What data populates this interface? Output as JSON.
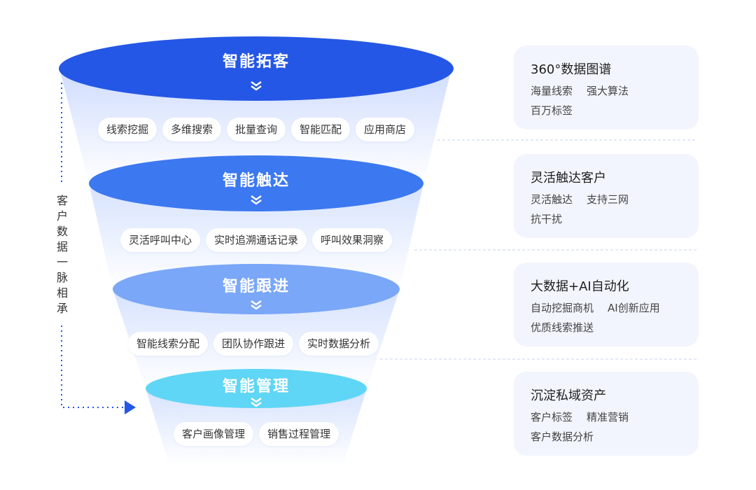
{
  "side_label": [
    "客",
    "户",
    "数",
    "据",
    "一",
    "脉",
    "相",
    "承"
  ],
  "stages": [
    {
      "title": "智能拓客",
      "color": "#2557e6",
      "chips": [
        "线索挖掘",
        "多维搜索",
        "批量查询",
        "智能匹配",
        "应用商店"
      ],
      "card": {
        "title": "360°数据图谱",
        "tags": [
          "海量线索",
          "强大算法",
          "百万标签"
        ]
      }
    },
    {
      "title": "智能触达",
      "color": "#3c78f0",
      "chips": [
        "灵活呼叫中心",
        "实时追溯通话记录",
        "呼叫效果洞察"
      ],
      "card": {
        "title": "灵活触达客户",
        "tags": [
          "灵活触达",
          "支持三网",
          "抗干扰"
        ]
      }
    },
    {
      "title": "智能跟进",
      "color": "#7aa7f7",
      "chips": [
        "智能线索分配",
        "团队协作跟进",
        "实时数据分析"
      ],
      "card": {
        "title": "大数据+AI自动化",
        "tags": [
          "自动挖掘商机",
          "AI创新应用",
          "优质线索推送"
        ]
      }
    },
    {
      "title": "智能管理",
      "color": "#5fd6f5",
      "chips": [
        "客户画像管理",
        "销售过程管理"
      ],
      "card": {
        "title": "沉淀私域资产",
        "tags": [
          "客户标签",
          "精准营销",
          "客户数据分析"
        ]
      }
    }
  ],
  "colors": {
    "funnel_body": "#dbe6ff",
    "dotted_line": "#2557e6",
    "divider": "#c7d0f3",
    "card_bg": "#f2f5fd"
  }
}
